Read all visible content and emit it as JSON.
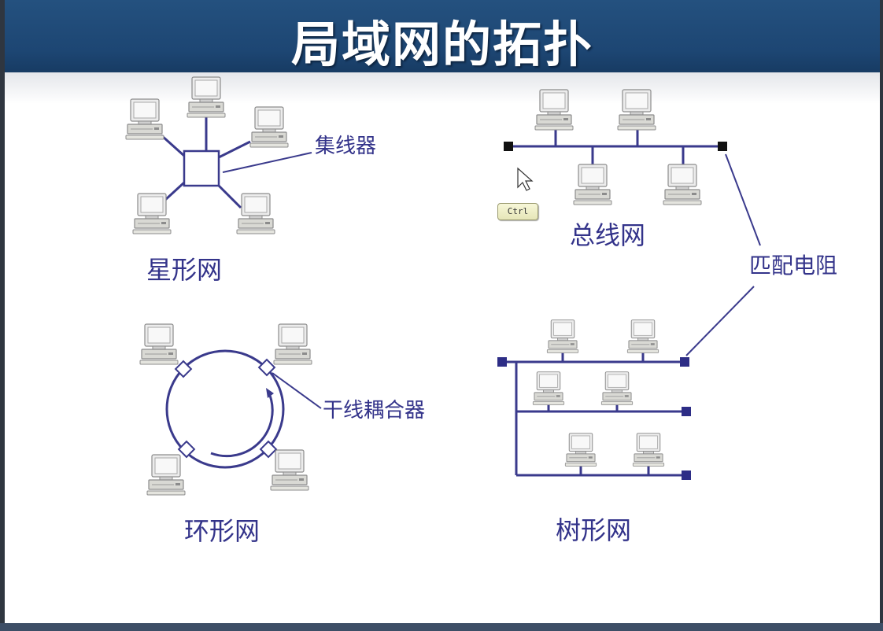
{
  "title": "局域网的拓扑",
  "diagrams": {
    "star": {
      "name": "星形网",
      "hub_label": "集线器"
    },
    "bus": {
      "name": "总线网",
      "terminator_label": "匹配电阻"
    },
    "ring": {
      "name": "环形网",
      "coupler_label": "干线耦合器"
    },
    "tree": {
      "name": "树形网"
    }
  },
  "key_badge": "Ctrl",
  "colors": {
    "header": "#1d4673",
    "lines": "#3a3a8c",
    "labels": "#33338a"
  },
  "icons": [
    "computer-icon",
    "mouse-cursor-icon"
  ]
}
